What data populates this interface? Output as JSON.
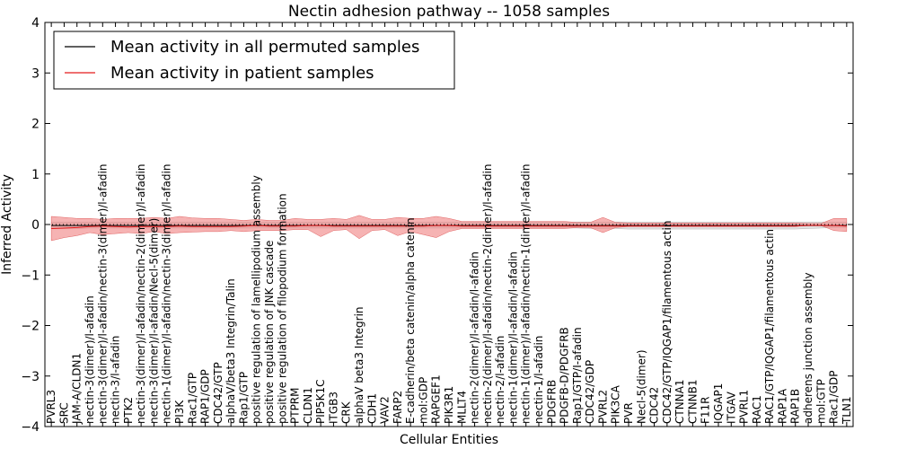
{
  "chart_data": {
    "type": "line",
    "title": "Nectin adhesion pathway -- 1058 samples",
    "xlabel": "Cellular Entities",
    "ylabel": "Inferred Activity",
    "ylim": [
      -4,
      4
    ],
    "yticks": [
      "4",
      "3",
      "2",
      "1",
      "0",
      "−1",
      "−2",
      "−3",
      "−4"
    ],
    "grid": false,
    "legend_position": "top-left",
    "categories": [
      "PVRL3",
      "SRC",
      "JAM-A/CLDN1",
      "nectin-3(dimer)/l-afadin",
      "nectin-3(dimer)/l-afadin/nectin-3(dimer)/l-afadin",
      "nectin-3/l-afadin",
      "PTK2",
      "nectin-3(dimer)/l-afadin/nectin-2(dimer)/l-afadin",
      "nectin-3(dimer)/l-afadin/Necl-5(dimer)",
      "nectin-1(dimer)/l-afadin/nectin-3(dimer)/l-afadin",
      "PI3K",
      "Rac1/GTP",
      "RAP1/GDP",
      "CDC42/GTP",
      "alphaV/beta3 Integrin/Talin",
      "Rap1/GTP",
      "positive regulation of lamellipodium assembly",
      "positive regulation of JNK cascade",
      "positive regulation of filopodium formation",
      "PTPRM",
      "CLDN1",
      "PIP5K1C",
      "ITGB3",
      "CRK",
      "alphaV beta3 Integrin",
      "CDH1",
      "VAV2",
      "FARP2",
      "E-cadherin/beta catenin/alpha catenin",
      "mol:GDP",
      "RAPGEF1",
      "PIK3R1",
      "MLLT4",
      "nectin-2(dimer)/l-afadin/l-afadin",
      "nectin-2(dimer)/l-afadin/nectin-2(dimer)/l-afadin",
      "nectin-2/l-afadin",
      "nectin-1(dimer)/l-afadin/l-afadin",
      "nectin-1(dimer)/l-afadin/nectin-1(dimer)/l-afadin",
      "nectin-1/l-afadin",
      "PDGFRB",
      "PDGFB-D/PDGFRB",
      "Rap1/GTP/I-afadin",
      "CDC42/GDP",
      "PVRL2",
      "PIK3CA",
      "PVR",
      "Necl-5(dimer)",
      "CDC42",
      "CDC42/GTP/IQGAP1/filamentous actin",
      "CTNNA1",
      "CTNNB1",
      "F11R",
      "IQGAP1",
      "ITGAV",
      "PVRL1",
      "RAC1",
      "RAC1/GTP/IQGAP1/filamentous actin",
      "RAP1A",
      "RAP1B",
      "adherens junction assembly",
      "mol:GTP",
      "Rac1/GDP",
      "TLN1"
    ],
    "series": [
      {
        "name": "Mean activity in all permuted samples",
        "color": "#000000",
        "values": [
          -0.02,
          -0.02,
          -0.02,
          -0.02,
          -0.02,
          -0.02,
          -0.02,
          -0.02,
          -0.02,
          -0.02,
          -0.02,
          -0.02,
          -0.02,
          -0.02,
          -0.02,
          -0.02,
          -0.02,
          -0.02,
          -0.02,
          -0.02,
          -0.02,
          -0.02,
          -0.02,
          -0.02,
          -0.02,
          -0.02,
          -0.02,
          -0.02,
          -0.02,
          -0.02,
          -0.02,
          -0.02,
          -0.02,
          -0.02,
          -0.02,
          -0.02,
          -0.02,
          -0.02,
          -0.02,
          -0.02,
          -0.02,
          -0.02,
          -0.02,
          -0.02,
          -0.02,
          -0.02,
          -0.02,
          -0.02,
          -0.02,
          -0.02,
          -0.02,
          -0.02,
          -0.02,
          -0.02,
          -0.02,
          -0.02,
          -0.02,
          -0.02,
          -0.02,
          -0.02,
          -0.02,
          -0.02,
          -0.02
        ],
        "band_low": [
          -0.08,
          -0.08,
          -0.08,
          -0.07,
          -0.07,
          -0.07,
          -0.07,
          -0.07,
          -0.07,
          -0.07,
          -0.07,
          -0.07,
          -0.07,
          -0.07,
          -0.07,
          -0.07,
          -0.07,
          -0.07,
          -0.07,
          -0.07,
          -0.07,
          -0.07,
          -0.07,
          -0.07,
          -0.07,
          -0.07,
          -0.07,
          -0.07,
          -0.07,
          -0.07,
          -0.07,
          -0.07,
          -0.07,
          -0.07,
          -0.07,
          -0.07,
          -0.07,
          -0.07,
          -0.07,
          -0.07,
          -0.07,
          -0.07,
          -0.08,
          -0.08,
          -0.08,
          -0.09,
          -0.09,
          -0.09,
          -0.09,
          -0.09,
          -0.09,
          -0.09,
          -0.09,
          -0.09,
          -0.09,
          -0.09,
          -0.09,
          -0.09,
          -0.09,
          -0.08,
          -0.07,
          -0.06,
          -0.06
        ],
        "band_high": [
          0.05,
          0.05,
          0.05,
          0.05,
          0.05,
          0.05,
          0.05,
          0.05,
          0.05,
          0.05,
          0.05,
          0.05,
          0.05,
          0.05,
          0.05,
          0.05,
          0.05,
          0.05,
          0.05,
          0.05,
          0.05,
          0.05,
          0.05,
          0.05,
          0.05,
          0.05,
          0.05,
          0.05,
          0.05,
          0.05,
          0.05,
          0.05,
          0.05,
          0.05,
          0.05,
          0.05,
          0.05,
          0.05,
          0.05,
          0.05,
          0.05,
          0.05,
          0.05,
          0.05,
          0.05,
          0.05,
          0.05,
          0.05,
          0.05,
          0.05,
          0.05,
          0.05,
          0.05,
          0.05,
          0.05,
          0.05,
          0.05,
          0.05,
          0.05,
          0.05,
          0.05,
          0.05,
          0.05
        ]
      },
      {
        "name": "Mean activity in patient samples",
        "color": "#e31a1c",
        "values": [
          -0.08,
          -0.07,
          -0.06,
          -0.04,
          -0.03,
          -0.04,
          -0.05,
          -0.04,
          -0.04,
          -0.04,
          -0.03,
          -0.04,
          -0.04,
          -0.04,
          -0.04,
          -0.03,
          -0.02,
          -0.03,
          -0.03,
          -0.03,
          -0.02,
          -0.02,
          -0.03,
          -0.03,
          -0.03,
          -0.03,
          -0.03,
          -0.03,
          -0.03,
          -0.03,
          -0.02,
          -0.02,
          -0.03,
          -0.03,
          -0.03,
          -0.03,
          -0.03,
          -0.03,
          -0.03,
          -0.03,
          -0.03,
          -0.03,
          -0.03,
          -0.03,
          -0.03,
          -0.03,
          -0.03,
          -0.03,
          -0.03,
          -0.03,
          -0.03,
          -0.03,
          -0.03,
          -0.03,
          -0.03,
          -0.03,
          -0.03,
          -0.03,
          -0.03,
          -0.02,
          -0.02,
          -0.02,
          -0.03
        ],
        "band_low": [
          -0.32,
          -0.26,
          -0.22,
          -0.16,
          -0.2,
          -0.18,
          -0.16,
          -0.18,
          -0.14,
          -0.18,
          -0.16,
          -0.15,
          -0.14,
          -0.14,
          -0.12,
          -0.14,
          -0.12,
          -0.12,
          -0.12,
          -0.1,
          -0.1,
          -0.24,
          -0.12,
          -0.1,
          -0.28,
          -0.12,
          -0.1,
          -0.22,
          -0.14,
          -0.2,
          -0.26,
          -0.14,
          -0.08,
          -0.08,
          -0.08,
          -0.08,
          -0.08,
          -0.08,
          -0.08,
          -0.08,
          -0.08,
          -0.06,
          -0.06,
          -0.16,
          -0.06,
          -0.04,
          -0.04,
          -0.04,
          -0.04,
          -0.04,
          -0.04,
          -0.04,
          -0.04,
          -0.04,
          -0.04,
          -0.04,
          -0.04,
          -0.04,
          -0.04,
          -0.02,
          -0.02,
          -0.12,
          -0.14
        ],
        "band_high": [
          0.16,
          0.14,
          0.12,
          0.12,
          0.1,
          0.12,
          0.12,
          0.12,
          0.14,
          0.12,
          0.16,
          0.13,
          0.12,
          0.12,
          0.1,
          0.08,
          0.1,
          0.08,
          0.08,
          0.12,
          0.1,
          0.1,
          0.12,
          0.1,
          0.18,
          0.1,
          0.1,
          0.14,
          0.12,
          0.12,
          0.16,
          0.12,
          0.06,
          0.06,
          0.06,
          0.06,
          0.06,
          0.06,
          0.06,
          0.06,
          0.06,
          0.04,
          0.04,
          0.14,
          0.04,
          0.03,
          0.03,
          0.03,
          0.03,
          0.03,
          0.03,
          0.03,
          0.03,
          0.03,
          0.03,
          0.03,
          0.03,
          0.03,
          0.03,
          0.02,
          0.02,
          0.12,
          0.12
        ]
      }
    ],
    "baseline_style": "dotted"
  }
}
